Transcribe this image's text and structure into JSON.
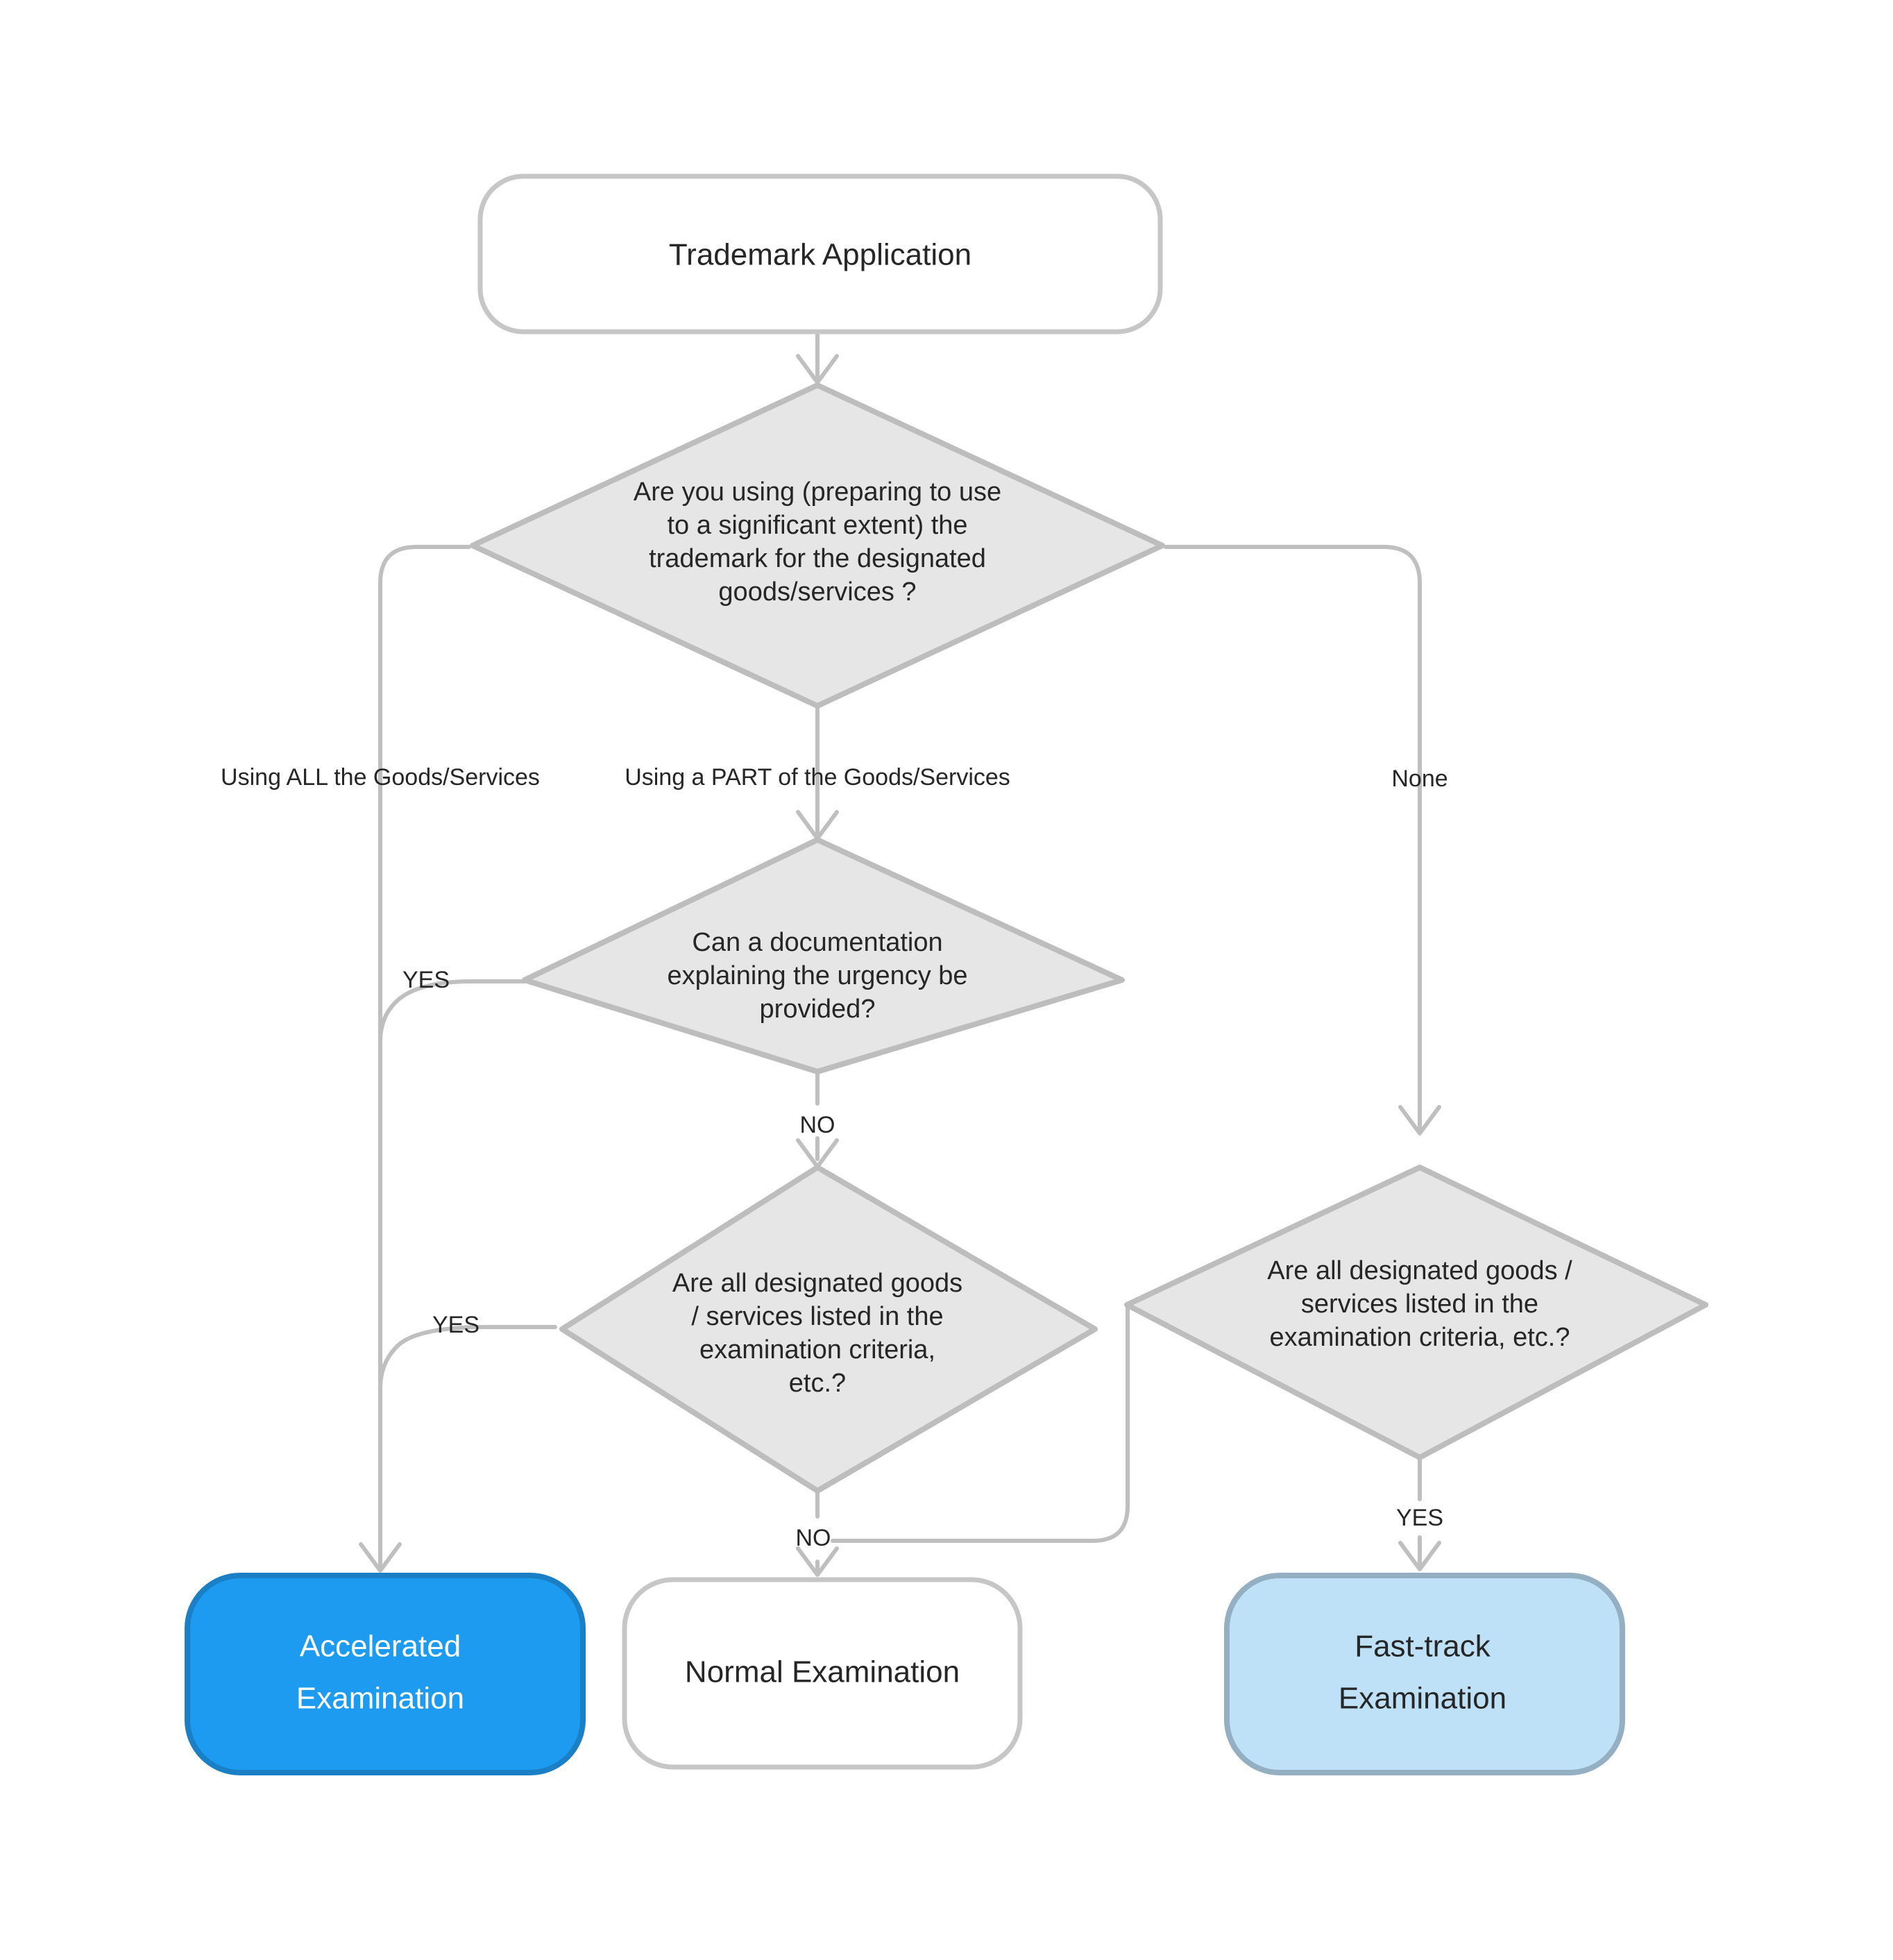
{
  "diagram": {
    "title": "Trademark Application Examination Routing Flowchart",
    "type": "flowchart",
    "background_color": "#ffffff",
    "edge_color": "#bfbfbf",
    "decision_fill": "#e6e6e6",
    "decision_stroke": "#bdbdbd",
    "terminator_stroke": "#c6c6c6",
    "accent_fill": "#1c9bf0",
    "accent_stroke": "#1a7fc4",
    "soft_fill": "#bee1f8",
    "soft_stroke": "#94afc2",
    "text_color": "#262626"
  },
  "nodes": {
    "start": {
      "shape": "rounded-rectangle",
      "label": "Trademark Application"
    },
    "decision_use": {
      "shape": "diamond",
      "lines": [
        "Are you using (preparing to use",
        "to a significant extent) the",
        "trademark for the designated",
        "goods/services ?"
      ]
    },
    "decision_urgency": {
      "shape": "diamond",
      "lines": [
        "Can a documentation",
        "explaining the urgency be",
        "provided?"
      ]
    },
    "decision_criteria_left": {
      "shape": "diamond",
      "lines": [
        "Are all designated goods",
        "/ services listed in the",
        "examination criteria,",
        "etc.?"
      ]
    },
    "decision_criteria_right": {
      "shape": "diamond",
      "lines": [
        "Are all designated goods /",
        "services listed in the",
        "examination criteria, etc.?"
      ]
    },
    "outcome_accelerated": {
      "shape": "rounded-rectangle",
      "style": "accent",
      "lines": [
        "Accelerated",
        "Examination"
      ]
    },
    "outcome_normal": {
      "shape": "rounded-rectangle",
      "style": "plain",
      "lines": [
        "Normal Examination"
      ]
    },
    "outcome_fasttrack": {
      "shape": "rounded-rectangle",
      "style": "soft",
      "lines": [
        "Fast-track",
        "Examination"
      ]
    }
  },
  "edge_labels": {
    "using_all": "Using ALL the Goods/Services",
    "using_part": "Using a PART of the Goods/Services",
    "none": "None",
    "urgency_yes": "YES",
    "urgency_no": "NO",
    "criteria_left_yes": "YES",
    "criteria_left_no": "NO",
    "criteria_right_yes": "YES"
  }
}
